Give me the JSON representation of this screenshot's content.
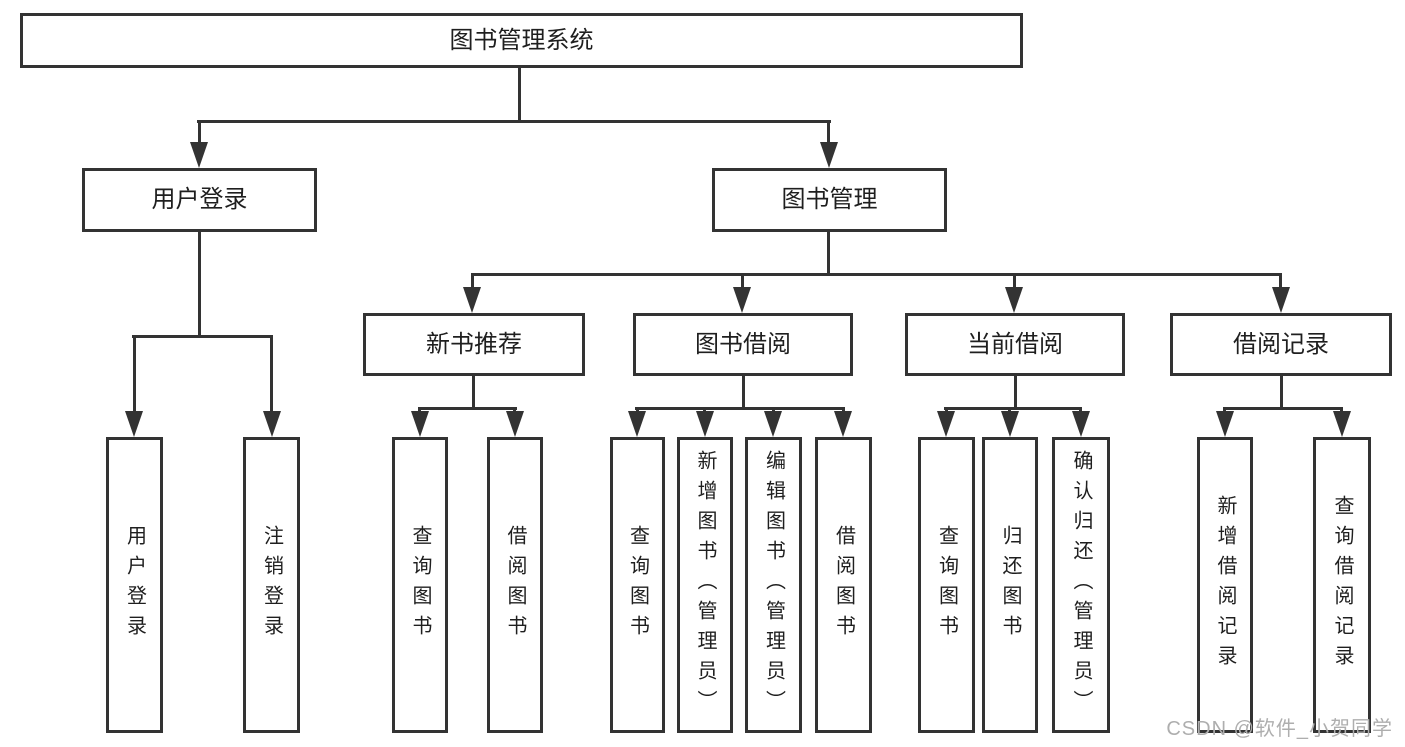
{
  "title": "图书管理系统",
  "level2": [
    "用户登录",
    "图书管理"
  ],
  "level3": [
    "新书推荐",
    "图书借阅",
    "当前借阅",
    "借阅记录"
  ],
  "leaves": [
    "用户登录",
    "注销登录",
    "查询图书",
    "借阅图书",
    "查询图书",
    "新增图书（管理员）",
    "编辑图书（管理员）",
    "借阅图书",
    "查询图书",
    "归还图书",
    "确认归还（管理员）",
    "新增借阅记录",
    "查询借阅记录"
  ],
  "watermark": "CSDN @软件_小贺同学",
  "colors": {
    "line": "#333333",
    "text": "#1f1f1f",
    "watermark": "#aeaeae",
    "background": "#ffffff"
  }
}
